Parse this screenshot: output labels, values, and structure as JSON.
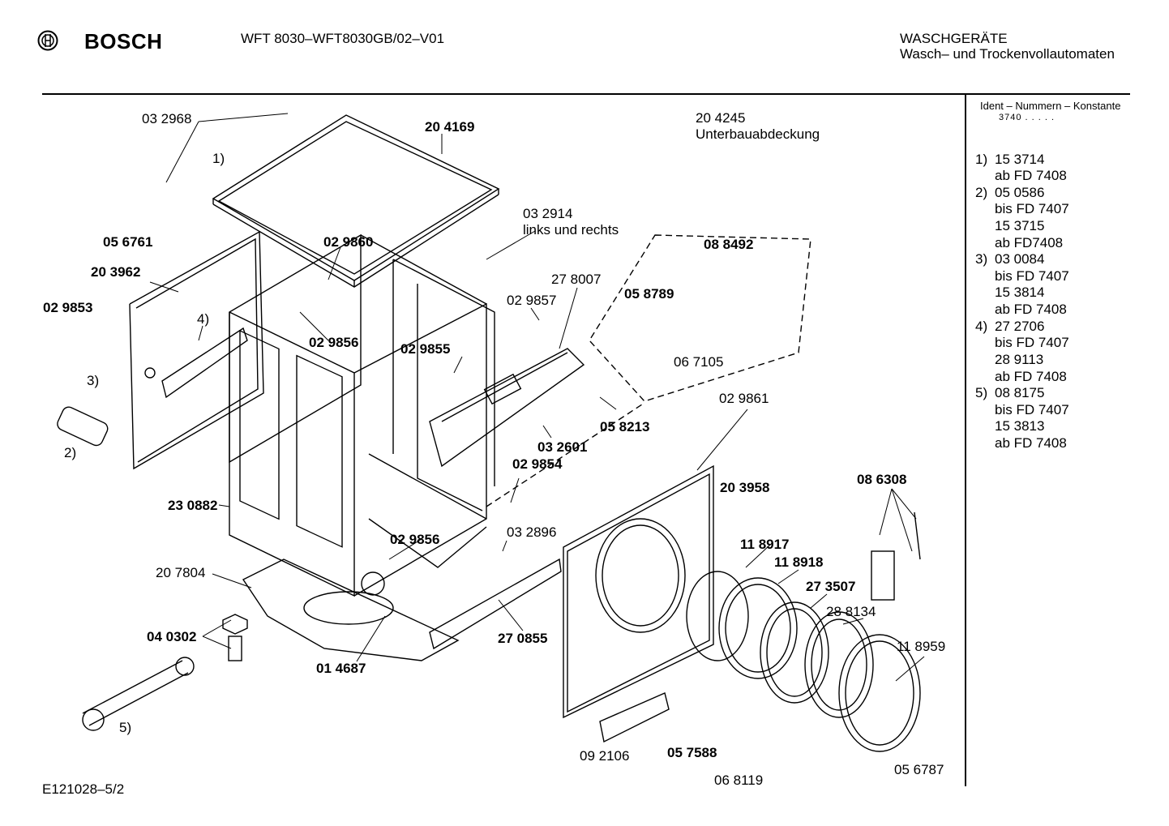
{
  "header": {
    "brand": "BOSCH",
    "model": "WFT 8030–WFT8030GB/02–V01",
    "category": "WASCHGERÄTE",
    "subcategory": "Wasch– und Trockenvollautomaten"
  },
  "sidebar": {
    "title": "Ident – Nummern – Konstante",
    "constant": "3740 . . . . .",
    "notes": [
      {
        "n": "1)",
        "lines": [
          "15 3714",
          "ab FD 7408"
        ]
      },
      {
        "n": "2)",
        "lines": [
          "05 0586",
          "bis FD 7407",
          "15 3715",
          "ab FD7408"
        ]
      },
      {
        "n": "3)",
        "lines": [
          "03 0084",
          "bis FD 7407",
          "15 3814",
          "ab FD 7408"
        ]
      },
      {
        "n": "4)",
        "lines": [
          "27 2706",
          "bis FD 7407",
          "28 9113",
          "ab FD 7408"
        ]
      },
      {
        "n": "5)",
        "lines": [
          "08 8175",
          "bis FD 7407",
          "15 3813",
          "ab FD 7408"
        ]
      }
    ]
  },
  "footer": {
    "code": "E121028–5/2"
  },
  "parts": {
    "p032968": "03 2968",
    "p204169": "20 4169",
    "p204245": "20 4245",
    "unterbau": "Unterbauabdeckung",
    "n1": "1)",
    "p056761": "05 6761",
    "p029860": "02 9860",
    "p032914": "03 2914",
    "links": "links und rechts",
    "p088492": "08 8492",
    "p203962": "20 3962",
    "p278007": "27 8007",
    "p058789": "05 8789",
    "p029853": "02 9853",
    "p029857": "02 9857",
    "n4": "4)",
    "p029856a": "02 9856",
    "p029855": "02 9855",
    "p067105": "06 7105",
    "n3": "3)",
    "p029861": "02 9861",
    "p058213": "05 8213",
    "p032601": "03 2601",
    "n2": "2)",
    "p029854": "02 9854",
    "p203958": "20 3958",
    "p086308": "08 6308",
    "p230882": "23 0882",
    "p029856b": "02 9856",
    "p032896": "03 2896",
    "p118917": "11 8917",
    "p118918": "11 8918",
    "p207804": "20 7804",
    "p273507": "27 3507",
    "p288134": "28 8134",
    "p040302": "04 0302",
    "p270855": "27 0855",
    "p118959": "11 8959",
    "p014687": "01 4687",
    "n5": "5)",
    "p092106": "09 2106",
    "p057588": "05 7588",
    "p056787": "05 6787",
    "p068119": "06 8119"
  }
}
